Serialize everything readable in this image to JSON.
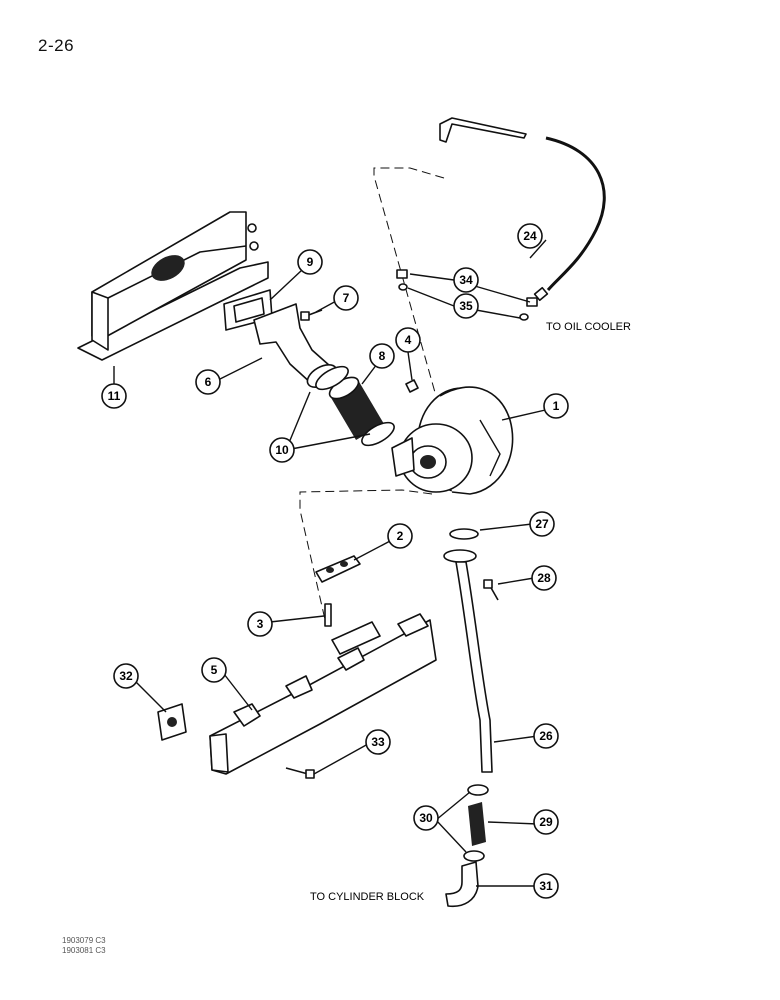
{
  "page": {
    "number": "2-26",
    "ref_codes": [
      "1903079 C3",
      "1903081 C3"
    ]
  },
  "notes": {
    "oil_cooler": "TO OIL COOLER",
    "cylinder_block": "TO CYLINDER BLOCK"
  },
  "callouts": {
    "c1": "1",
    "c2": "2",
    "c3": "3",
    "c4": "4",
    "c5": "5",
    "c6": "6",
    "c7": "7",
    "c8": "8",
    "c9": "9",
    "c10": "10",
    "c11": "11",
    "c24": "24",
    "c26": "26",
    "c27": "27",
    "c28": "28",
    "c29": "29",
    "c30": "30",
    "c31": "31",
    "c32": "32",
    "c33": "33",
    "c34": "34",
    "c35": "35"
  }
}
